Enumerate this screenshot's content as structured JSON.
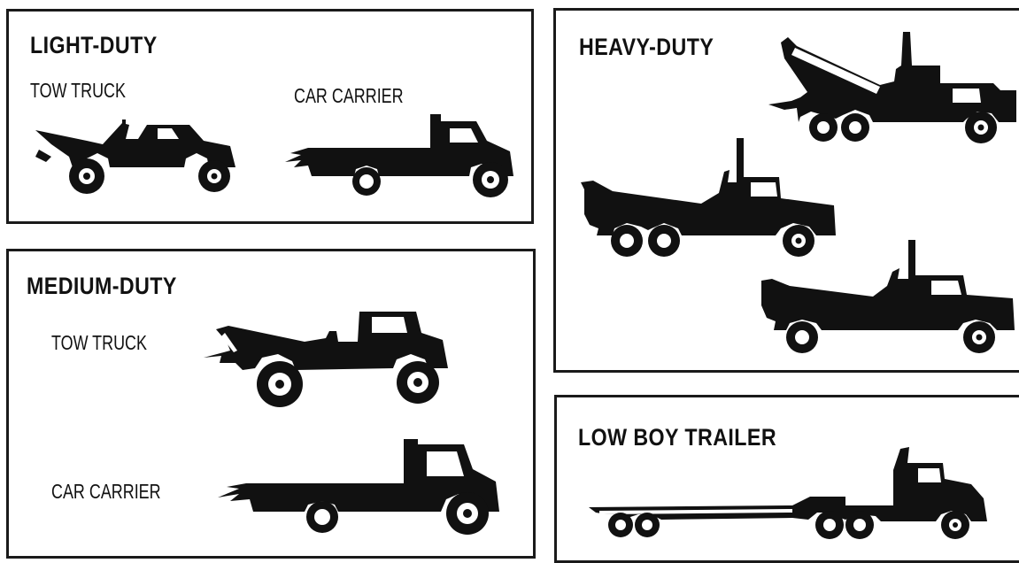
{
  "panels": {
    "light_duty": {
      "heading": "LIGHT-DUTY",
      "tow_truck_label": "TOW TRUCK",
      "car_carrier_label": "CAR CARRIER"
    },
    "medium_duty": {
      "heading": "MEDIUM-DUTY",
      "tow_truck_label": "TOW TRUCK",
      "car_carrier_label": "CAR CARRIER"
    },
    "heavy_duty": {
      "heading": "HEAVY-DUTY"
    },
    "low_boy": {
      "heading": "LOW BOY TRAILER"
    }
  },
  "colors": {
    "ink": "#111111",
    "border": "#1a1a1a",
    "background": "#ffffff"
  }
}
